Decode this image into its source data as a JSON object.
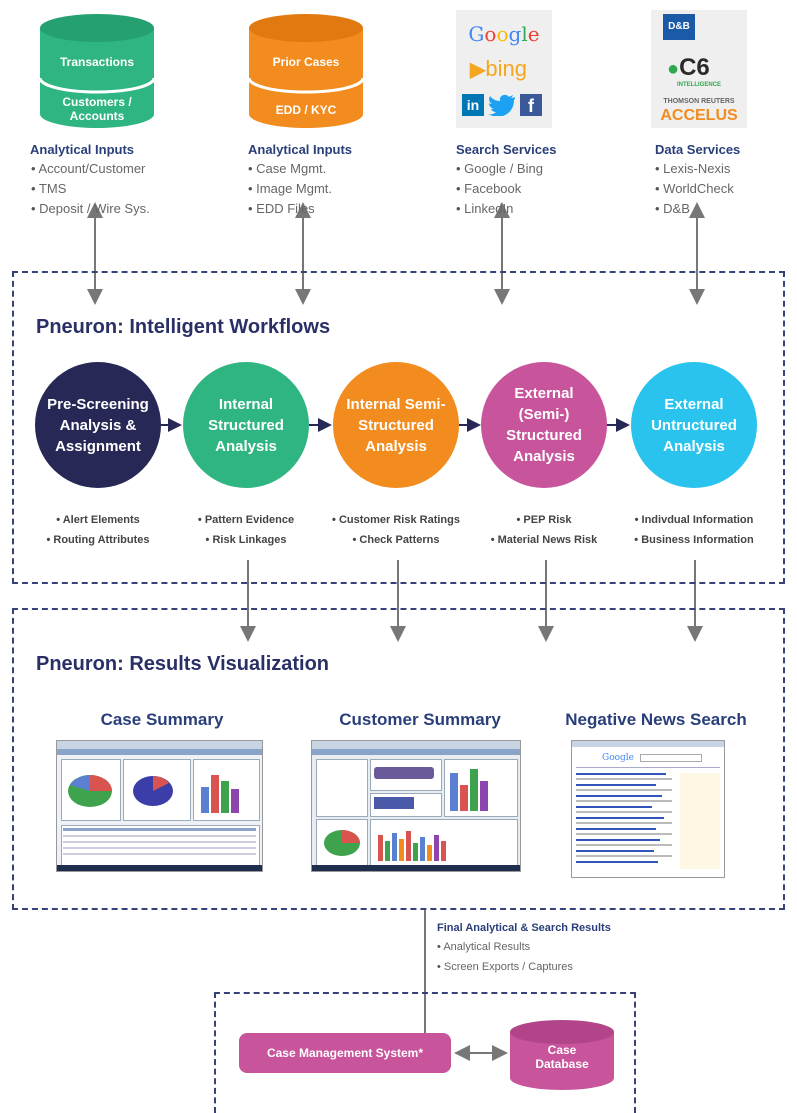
{
  "top_inputs": [
    {
      "db_top": "Transactions",
      "db_bottom": "Customers / Accounts",
      "title": "Analytical Inputs",
      "items": [
        "Account/Customer",
        "TMS",
        "Deposit / Wire Sys."
      ]
    },
    {
      "db_top": "Prior Cases",
      "db_bottom": "EDD / KYC",
      "title": "Analytical Inputs",
      "items": [
        "Case Mgmt.",
        "Image Mgmt.",
        "EDD Files"
      ]
    },
    {
      "logos": [
        "Google",
        "bing",
        "in",
        "f"
      ],
      "title": "Search Services",
      "items": [
        "Google / Bing",
        "Facebook",
        "LinkedIn"
      ]
    },
    {
      "logos": [
        "D&B",
        "C6",
        "INTELLIGENCE",
        "THOMSON REUTERS",
        "ACCELUS"
      ],
      "title": "Data Services",
      "items": [
        "Lexis-Nexis",
        "WorldCheck",
        "D&B"
      ]
    }
  ],
  "workflows": {
    "title": "Pneuron: Intelligent Workflows",
    "steps": [
      {
        "label": "Pre-Screening Analysis & Assignment",
        "features": [
          "Alert Elements",
          "Routing Attributes"
        ],
        "color": "#282857"
      },
      {
        "label": "Internal Structured Analysis",
        "features": [
          "Pattern Evidence",
          "Risk Linkages"
        ],
        "color": "#2fb582"
      },
      {
        "label": "Internal Semi-Structured Analysis",
        "features": [
          "Customer Risk Ratings",
          "Check Patterns"
        ],
        "color": "#f28c1f"
      },
      {
        "label": "External (Semi-) Structured Analysis",
        "features": [
          "PEP Risk",
          "Material News Risk"
        ],
        "color": "#c8549c"
      },
      {
        "label": "External Untructured Analysis",
        "features": [
          "Indivdual Information",
          "Business Information"
        ],
        "color": "#29c3ee"
      }
    ]
  },
  "results": {
    "title": "Pneuron: Results Visualization",
    "panels": [
      "Case Summary",
      "Customer Summary",
      "Negative News Search"
    ]
  },
  "final": {
    "title": "Final Analytical & Search Results",
    "items": [
      "Analytical Results",
      "Screen Exports / Captures"
    ]
  },
  "case_management": {
    "system_label": "Case Management System*",
    "db_top": "Case",
    "db_bottom": "Database"
  },
  "colors": {
    "green_db": "#2fb582",
    "orange_db": "#f28c1f",
    "pink": "#c8549c",
    "navy": "#2a3066",
    "arrow": "#777777"
  }
}
